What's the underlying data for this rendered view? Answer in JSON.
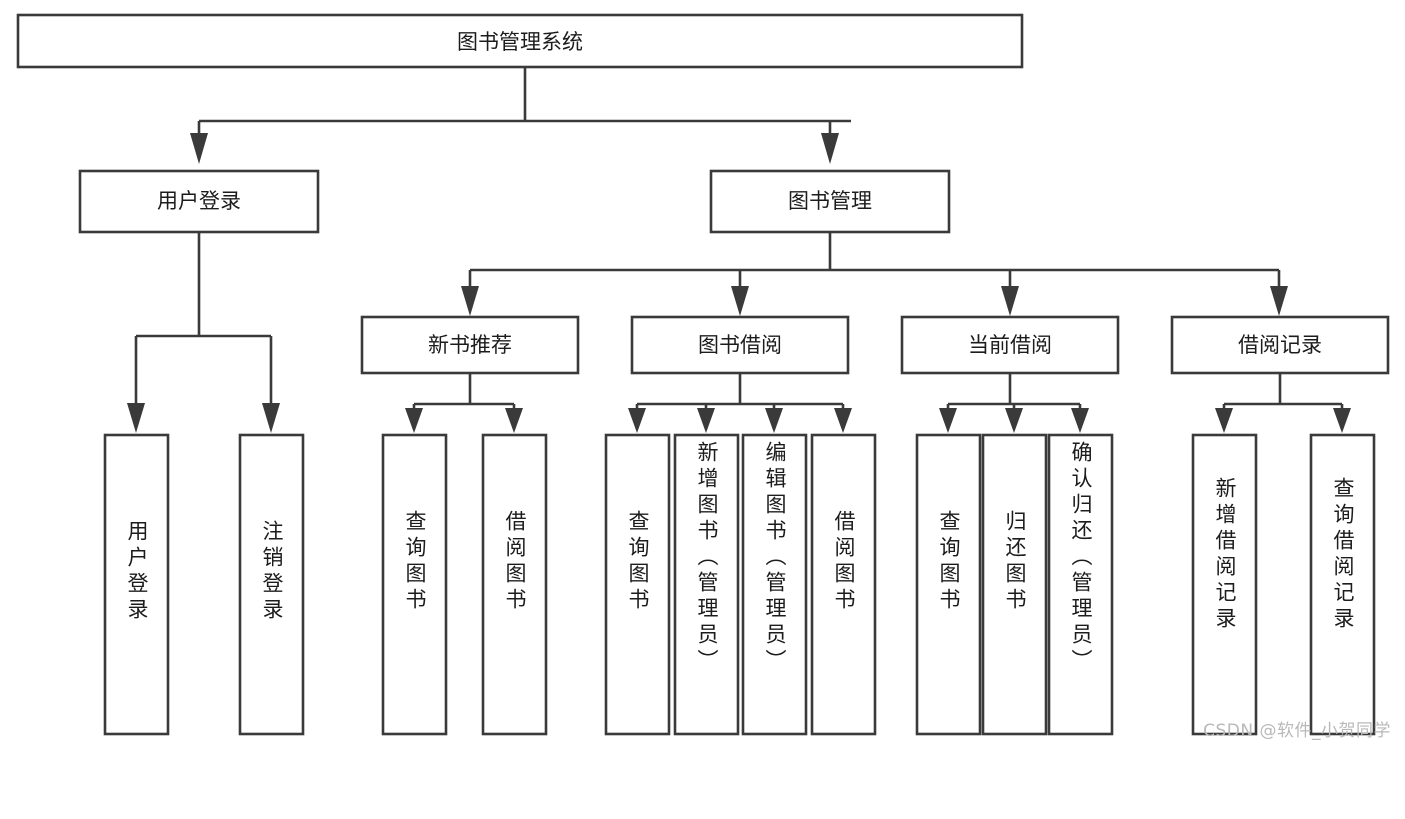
{
  "diagram": {
    "title": "图书管理系统",
    "type": "tree-hierarchy-diagram",
    "root": {
      "id": "root",
      "label": "图书管理系统",
      "orientation": "horizontal"
    },
    "level2": [
      {
        "id": "user-login",
        "label": "用户登录",
        "orientation": "horizontal"
      },
      {
        "id": "book-manage",
        "label": "图书管理",
        "orientation": "horizontal"
      }
    ],
    "level3": [
      {
        "id": "new-book-recommend",
        "label": "新书推荐",
        "orientation": "horizontal"
      },
      {
        "id": "book-borrow",
        "label": "图书借阅",
        "orientation": "horizontal"
      },
      {
        "id": "current-borrow",
        "label": "当前借阅",
        "orientation": "horizontal"
      },
      {
        "id": "borrow-record",
        "label": "借阅记录",
        "orientation": "horizontal"
      }
    ],
    "leaves": {
      "user_login": [
        {
          "id": "leaf-user-login",
          "label": "用户登录"
        },
        {
          "id": "leaf-logout-login",
          "label": "注销登录"
        }
      ],
      "new_book_recommend": [
        {
          "id": "leaf-query-book-1",
          "label": "查询图书"
        },
        {
          "id": "leaf-borrow-book-1",
          "label": "借阅图书"
        }
      ],
      "book_borrow": [
        {
          "id": "leaf-query-book-2",
          "label": "查询图书"
        },
        {
          "id": "leaf-add-book",
          "label": "新增图书（管理员）"
        },
        {
          "id": "leaf-edit-book",
          "label": "编辑图书（管理员）"
        },
        {
          "id": "leaf-borrow-book-2",
          "label": "借阅图书"
        }
      ],
      "current_borrow": [
        {
          "id": "leaf-query-book-3",
          "label": "查询图书"
        },
        {
          "id": "leaf-return-book",
          "label": "归还图书"
        },
        {
          "id": "leaf-confirm-return",
          "label": "确认归还（管理员）"
        }
      ],
      "borrow_record": [
        {
          "id": "leaf-add-record",
          "label": "新增借阅记录"
        },
        {
          "id": "leaf-query-record",
          "label": "查询借阅记录"
        }
      ]
    }
  },
  "watermark": {
    "text": "CSDN @软件_小贺同学"
  },
  "colors": {
    "stroke": "#3a3a3a",
    "box_fill": "#ffffff",
    "text": "#1c1c1c",
    "background": "#ffffff",
    "watermark": "#b9b9b9"
  }
}
